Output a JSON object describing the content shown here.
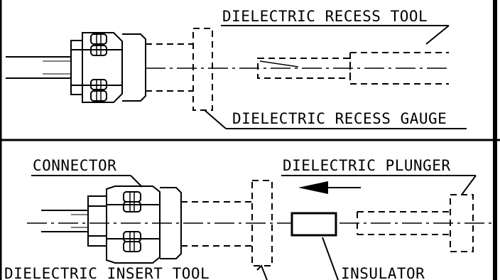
{
  "labels": {
    "recess_tool": "DIELECTRIC RECESS TOOL",
    "recess_gauge": "DIELECTRIC RECESS GAUGE",
    "connector": "CONNECTOR",
    "plunger": "DIELECTRIC PLUNGER",
    "insert_tool": "DIELECTRIC INSERT TOOL",
    "insulator": "INSULATOR"
  },
  "colors": {
    "ink": "#000000",
    "paper": "#ffffff"
  }
}
